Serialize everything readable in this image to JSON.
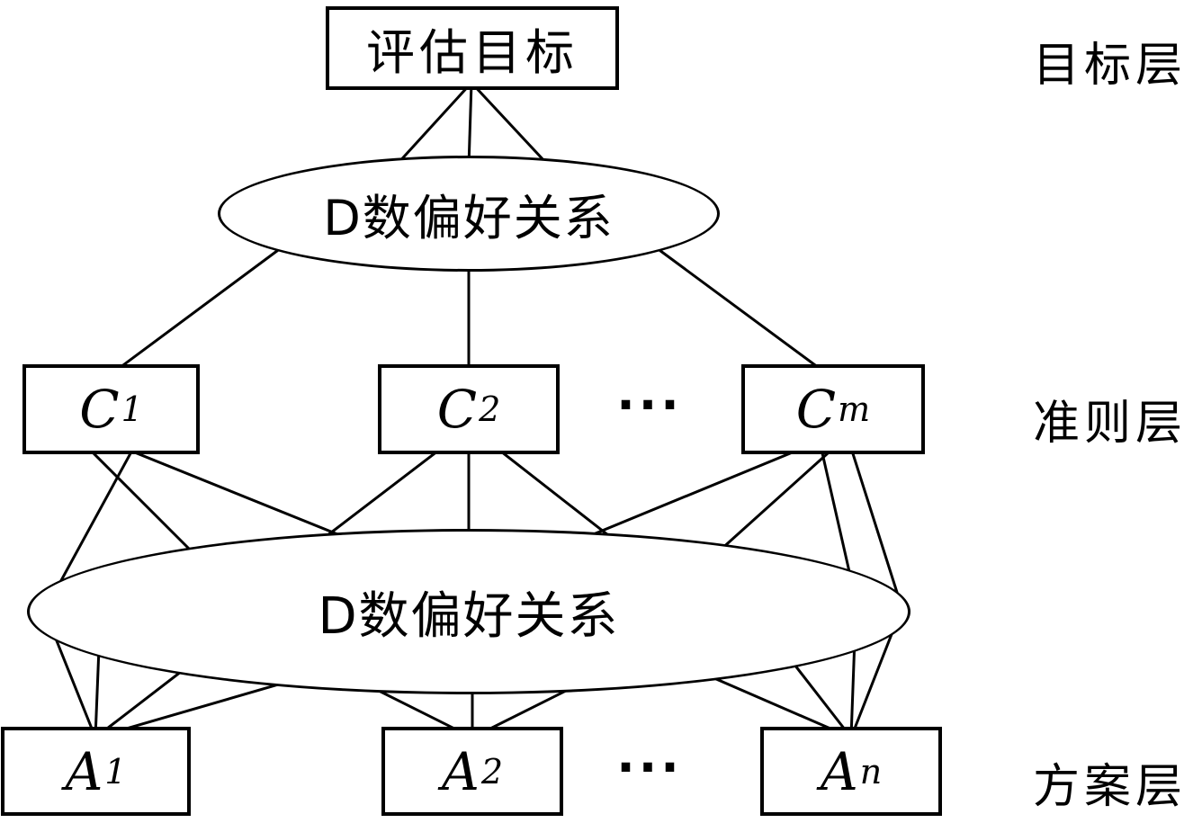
{
  "diagram": {
    "goal_label": "评估目标",
    "pref_relation_top": "D数偏好关系",
    "pref_relation_bottom": "D数偏好关系",
    "layer_labels": {
      "goal": "目标层",
      "criteria": "准则层",
      "alternatives": "方案层"
    },
    "criteria_nodes": [
      {
        "base": "C",
        "sub": "1"
      },
      {
        "base": "C",
        "sub": "2"
      },
      {
        "base": "C",
        "sub": "m"
      }
    ],
    "criteria_ellipsis": "···",
    "alternative_nodes": [
      {
        "base": "A",
        "sub": "1"
      },
      {
        "base": "A",
        "sub": "2"
      },
      {
        "base": "A",
        "sub": "n"
      }
    ],
    "alternatives_ellipsis": "···"
  }
}
